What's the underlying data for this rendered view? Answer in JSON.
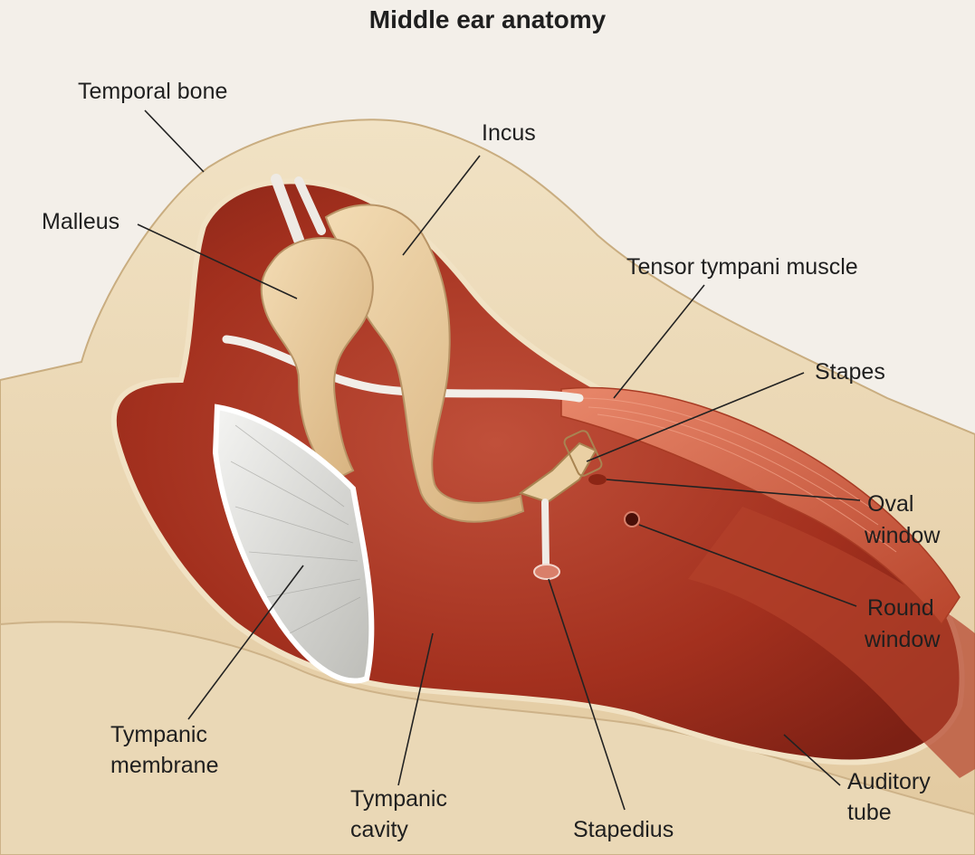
{
  "title": "Middle ear anatomy",
  "labels": {
    "temporal_bone": "Temporal bone",
    "incus": "Incus",
    "malleus": "Malleus",
    "tensor_tympani": "Tensor tympani muscle",
    "stapes": "Stapes",
    "oval_window": [
      "Oval",
      "window"
    ],
    "round_window": [
      "Round",
      "window"
    ],
    "tympanic_membrane": [
      "Tympanic",
      "membrane"
    ],
    "tympanic_cavity": [
      "Tympanic",
      "cavity"
    ],
    "stapedius": "Stapedius",
    "auditory_tube": [
      "Auditory",
      "tube"
    ]
  },
  "colors": {
    "background": "#f3efe9",
    "bone": "#ead7b4",
    "cavity": "#a8321f",
    "muscle": "#d96a4a",
    "ossicle": "#e7c89a",
    "membrane": "#dcdcd8",
    "leader_line": "#222222"
  }
}
